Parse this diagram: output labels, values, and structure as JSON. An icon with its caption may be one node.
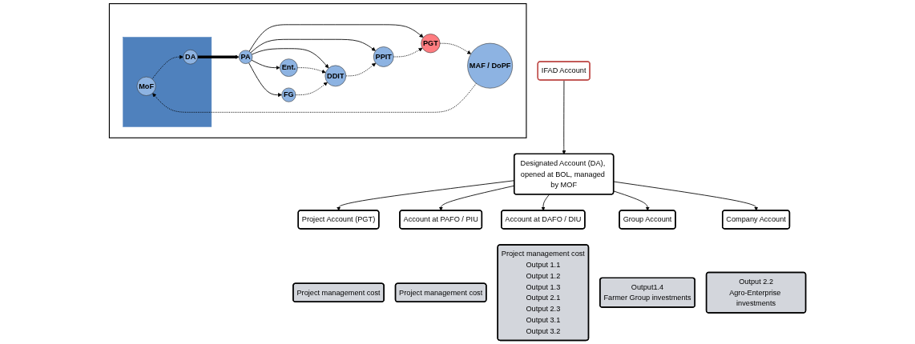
{
  "diagram": {
    "nodes": [
      {
        "text": [],
        "shape": "box"
      },
      {
        "text": [],
        "shape": "box",
        "in": 0
      },
      {
        "text": [
          "MoF"
        ],
        "in": 1
      },
      {
        "text": [
          "MAF / DoPF"
        ],
        "in": 0
      },
      {
        "text": [
          "PGT"
        ],
        "in": 0
      },
      {
        "text": [
          "DA"
        ],
        "in": 1
      },
      {
        "text": [
          "PA"
        ],
        "in": 0
      },
      {
        "text": [
          "PPIT"
        ],
        "in": 0
      },
      {
        "text": [
          "DDIT"
        ],
        "in": 0
      },
      {
        "text": [
          "Ent."
        ],
        "in": 0
      },
      {
        "text": [
          "FG"
        ],
        "in": 0
      },
      {
        "text": [
          "Designated Account (DA), opened at BOL, managed by MOF"
        ]
      },
      {
        "text": [
          "IFAD Account"
        ]
      },
      {
        "text": [
          "Project Account (PGT)"
        ]
      },
      {
        "text": [
          "Account at PAFO / PIU"
        ]
      },
      {
        "text": [
          "Account at DAFO / DIU"
        ]
      },
      {
        "text": [
          "Group Account"
        ]
      },
      {
        "text": [
          "Company Account"
        ]
      },
      {
        "text": [
          "Project management cost"
        ]
      },
      {
        "text": [
          "Project management cost"
        ]
      },
      {
        "text": [
          "Project management cost",
          "Output 1.1",
          "Output 1.2",
          "Output 1.3",
          "Output 2.1",
          "Output 2.3",
          "Output 3.1",
          "Output 3.2"
        ]
      },
      {
        "text": [
          "Output1.4",
          "Farmer Group investments"
        ]
      },
      {
        "text": [
          "Output 2.2",
          "Agro-Enterprise investments"
        ]
      }
    ],
    "edges": [
      {
        "from": 4,
        "to": 3,
        "arrow": "to",
        "style": "dashed"
      },
      {
        "from": 3,
        "to": 2,
        "arrow": "to",
        "style": "dashed"
      },
      {
        "from": 2,
        "to": 5,
        "arrow": "to",
        "style": "dashed"
      },
      {
        "from": 5,
        "to": 6,
        "arrow": "to",
        "style": "thick"
      },
      {
        "from": 6,
        "to": 4,
        "arrow": "to"
      },
      {
        "from": 6,
        "to": 7,
        "arrow": "to"
      },
      {
        "from": 6,
        "to": 8,
        "arrow": "to"
      },
      {
        "from": 6,
        "to": 9,
        "arrow": "to"
      },
      {
        "from": 6,
        "to": 10,
        "arrow": "to"
      },
      {
        "from": 7,
        "to": 4,
        "arrow": "to",
        "style": "dashed"
      },
      {
        "from": 8,
        "to": 7,
        "arrow": "to",
        "style": "dashed"
      },
      {
        "from": 9,
        "to": 8,
        "arrow": "to",
        "style": "dashed"
      },
      {
        "from": 10,
        "to": 8,
        "arrow": "to",
        "style": "dashed"
      },
      {
        "from": 12,
        "to": 11,
        "arrow": "to"
      },
      {
        "from": 11,
        "to": 13,
        "arrow": "to"
      },
      {
        "from": 11,
        "to": 14,
        "arrow": "to"
      },
      {
        "from": 11,
        "to": 15,
        "arrow": "to"
      },
      {
        "from": 11,
        "to": 16,
        "arrow": "to"
      },
      {
        "from": 11,
        "to": 17,
        "arrow": "to"
      }
    ]
  }
}
